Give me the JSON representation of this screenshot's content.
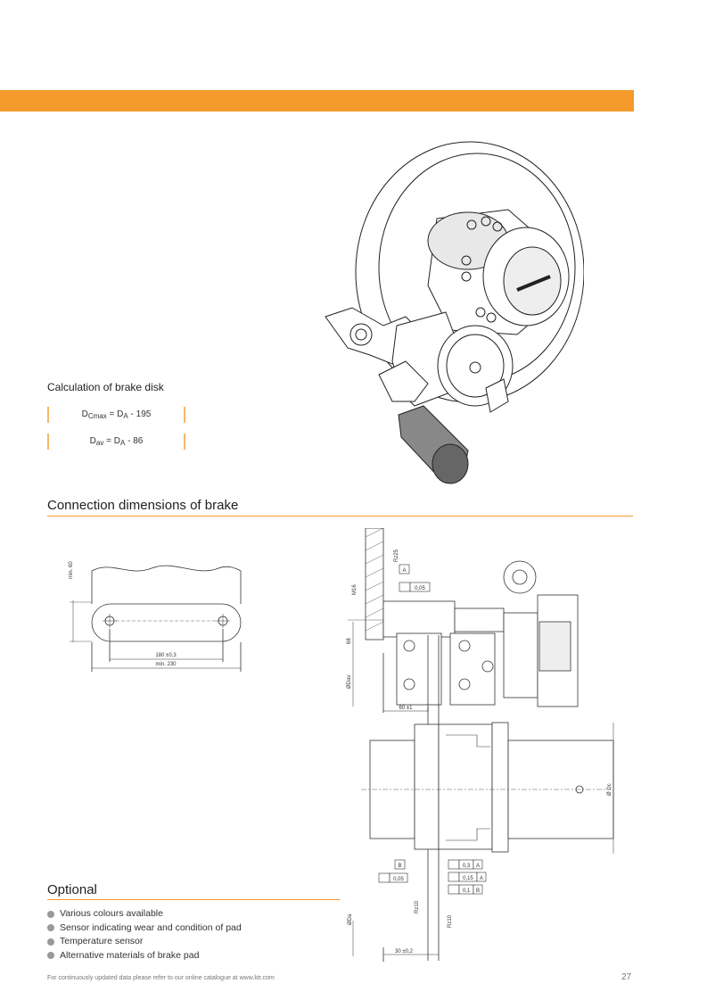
{
  "calculation": {
    "title": "Calculation of brake disk",
    "formula1": {
      "lhs": "D",
      "lhs_sub": "Cmax",
      "mid": " = D",
      "mid_sub": "A",
      "rhs": " - 195"
    },
    "formula2": {
      "lhs": "D",
      "lhs_sub": "av",
      "mid": " = D",
      "mid_sub": "A",
      "rhs": " - 86"
    }
  },
  "connection": {
    "title": "Connection dimensions of brake"
  },
  "drawing_left": {
    "dim_height": "min. 60",
    "dim_inner": "180 ±0,3",
    "dim_outer": "min. 230"
  },
  "drawing_right": {
    "rz25": "Rz25",
    "datum_a": "A",
    "flat_005": "0,05",
    "m16": "M16",
    "dim_68": "68",
    "dav": "ØDav",
    "dim_60": "60 ±1",
    "dc": "Ø Dc",
    "datum_b": "B",
    "flat_005_b": "0,05",
    "runout_03": "0,3",
    "runout_03_ref": "A",
    "perp_015": "0,15",
    "perp_015_ref": "A",
    "par_01": "0,1",
    "par_01_ref": "B",
    "da": "ØDa",
    "rz10_a": "Rz10",
    "rz10_b": "Rz10",
    "dim_30": "30 ±0,2"
  },
  "optional": {
    "title": "Optional",
    "items": [
      "Various colours available",
      "Sensor indicating wear and condition of pad",
      "Temperature sensor",
      "Alternative materials of brake pad"
    ]
  },
  "footer": {
    "text": "For continuously updated data please refer to our online catalogue at www.ktr.com",
    "page": "27"
  },
  "colors": {
    "accent": "#f39a2b",
    "accent_light": "#f5b76a"
  }
}
